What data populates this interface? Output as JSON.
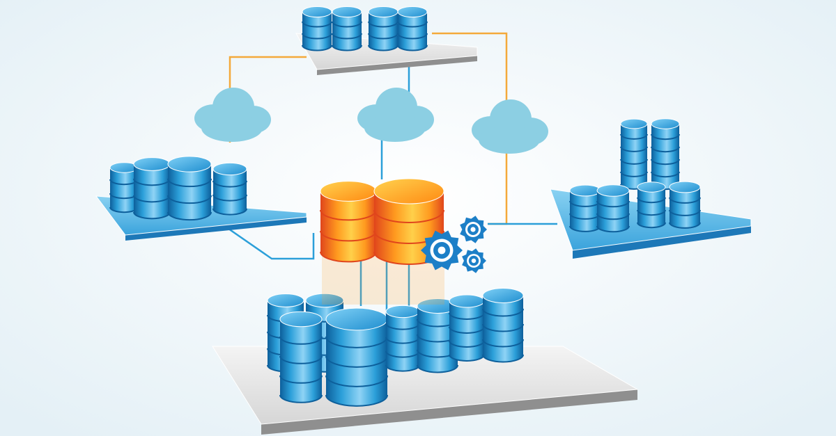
{
  "diagram": {
    "title": "",
    "labels": [],
    "nodes": [
      {
        "id": "server-cluster-top",
        "role": "database-cluster",
        "color": "blue"
      },
      {
        "id": "server-cluster-left",
        "role": "database-cluster",
        "color": "blue"
      },
      {
        "id": "server-cluster-right",
        "role": "database-cluster",
        "color": "blue"
      },
      {
        "id": "server-cluster-bottom",
        "role": "database-cluster",
        "color": "blue"
      },
      {
        "id": "central-database",
        "role": "primary-database",
        "color": "orange"
      }
    ],
    "clouds": [
      {
        "id": "cloud-left"
      },
      {
        "id": "cloud-center"
      },
      {
        "id": "cloud-right"
      }
    ],
    "connectors": [
      {
        "id": "link-top-left",
        "color": "orange"
      },
      {
        "id": "link-top-right",
        "color": "orange"
      },
      {
        "id": "link-top-center",
        "color": "blue"
      },
      {
        "id": "link-left-center",
        "color": "blue"
      },
      {
        "id": "link-center-right",
        "color": "blue"
      },
      {
        "id": "link-center-bottom",
        "color": "blue"
      }
    ],
    "icons": [
      "gear-icon",
      "cloud-icon",
      "database-icon"
    ]
  },
  "colors": {
    "background": "#eef5f9",
    "db_blue": "#2b9fd9",
    "db_blue_dark": "#0d5f9b",
    "db_orange": "#ff9a1f",
    "db_orange_dark": "#e0451c",
    "cloud": "#8ccfe3",
    "link_orange": "#f4a93a",
    "link_blue": "#2b9fd9",
    "gear": "#1c7fc7",
    "platform_gray": "#e8e8e8",
    "platform_blue": "#5bb8e6"
  }
}
